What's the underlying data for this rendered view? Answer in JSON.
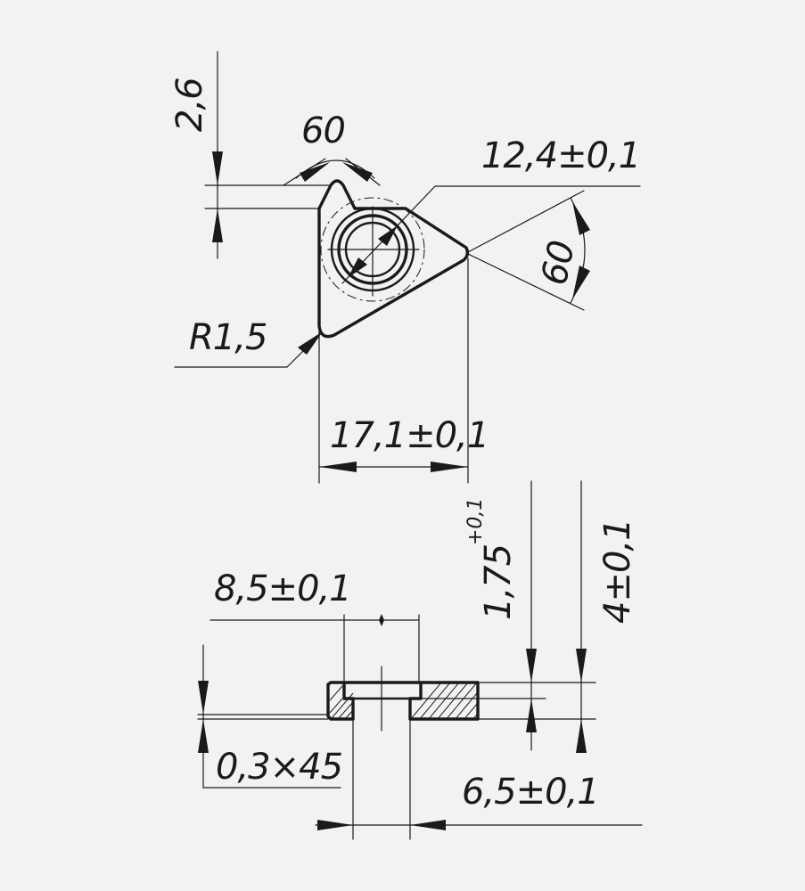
{
  "drawing": {
    "top_view": {
      "dim_height_small": "2,6",
      "dim_angle_top": "60",
      "dim_diameter": "12,4±0,1",
      "dim_angle_right": "60",
      "dim_radius": "R1,5",
      "dim_width": "17,1±0,1"
    },
    "section_view": {
      "dim_bore": "8,5±0,1",
      "dim_depth": "1,75",
      "dim_depth_tolerance": "+0,1",
      "dim_thickness": "4±0,1",
      "dim_chamfer": "0,3×45",
      "dim_hole": "6,5±0,1"
    }
  }
}
